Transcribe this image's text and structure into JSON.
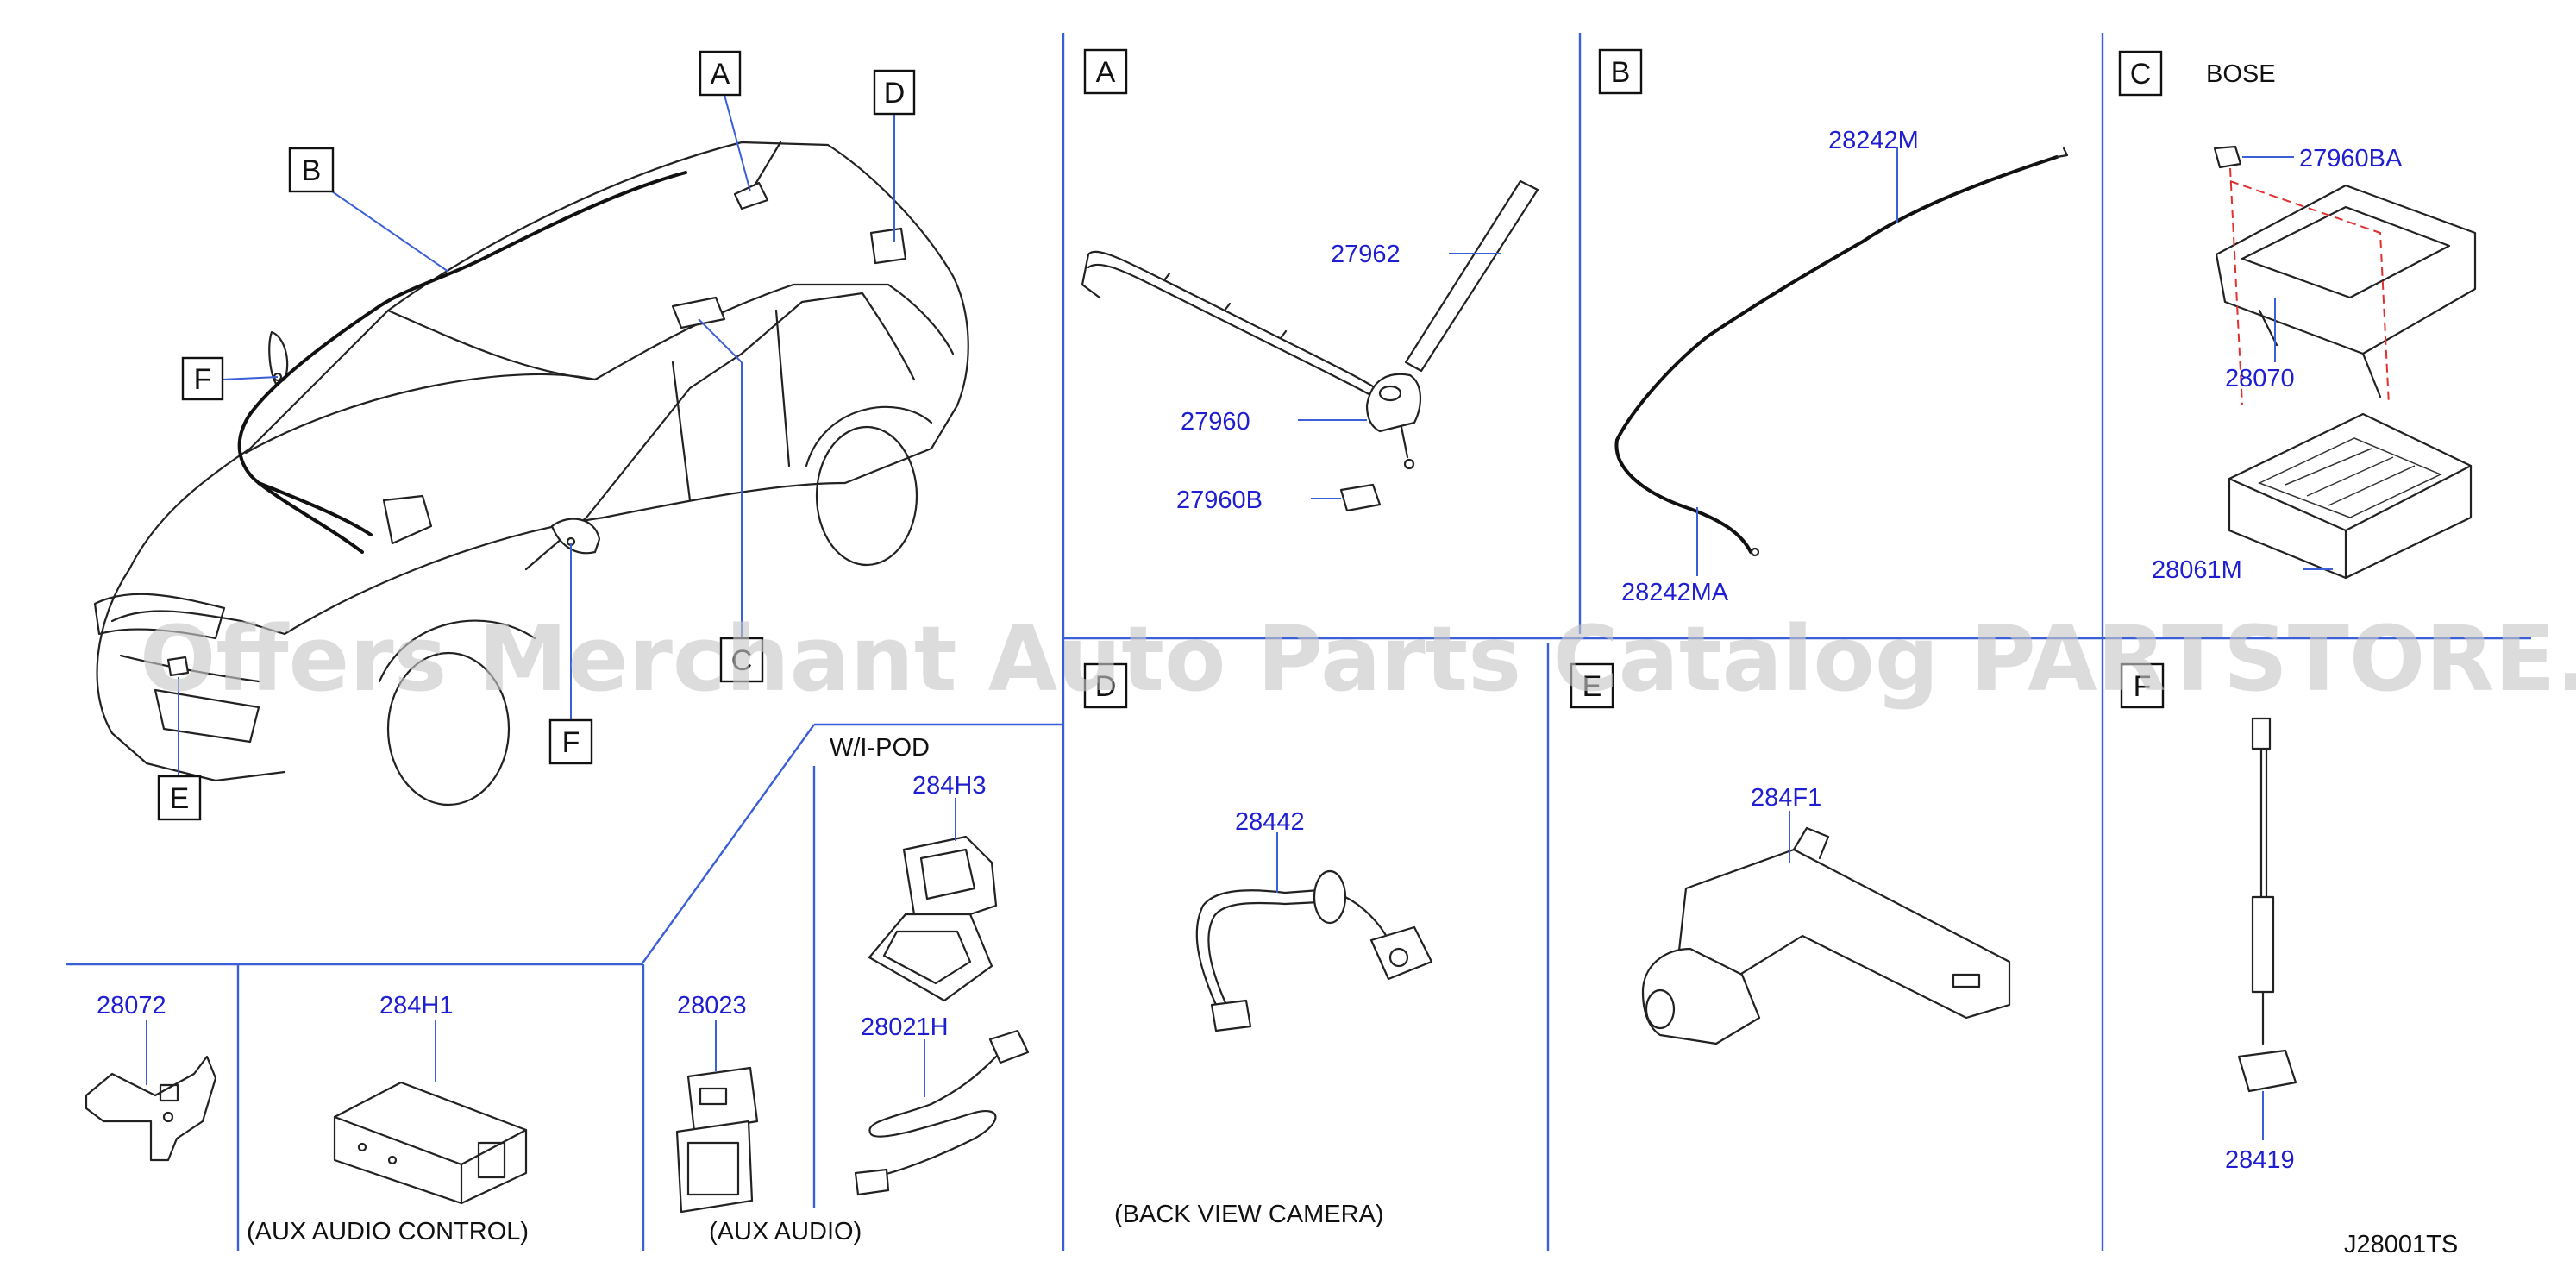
{
  "diagram": {
    "watermark": "Offers Merchant Auto Parts Catalog PARTSTORE.SA",
    "catalog_code": "J28001TS",
    "callouts": [
      "A",
      "B",
      "C",
      "D",
      "E",
      "F"
    ],
    "section_headings": {
      "C_note": "BOSE",
      "ipod_note": "W/I-POD"
    },
    "captions": {
      "aux_control": "(AUX   AUDIO   CONTROL)",
      "aux_audio": "(AUX   AUDIO)",
      "back_camera": "(BACK   VIEW   CAMERA)"
    },
    "part_numbers": {
      "p27962": "27962",
      "p27960": "27960",
      "p27960B": "27960B",
      "p28242M": "28242M",
      "p28242MA": "28242MA",
      "p27960BA": "27960BA",
      "p28070": "28070",
      "p28061M": "28061M",
      "p28442": "28442",
      "p284F1": "284F1",
      "p28419": "28419",
      "p28072": "28072",
      "p284H1": "284H1",
      "p28023": "28023",
      "p284H3": "284H3",
      "p28021H": "28021H"
    },
    "colors": {
      "part_number": "#1f1fd0",
      "divider": "#3b5fd6",
      "line_art": "#222222",
      "watermark": "#c8c8c8"
    }
  }
}
